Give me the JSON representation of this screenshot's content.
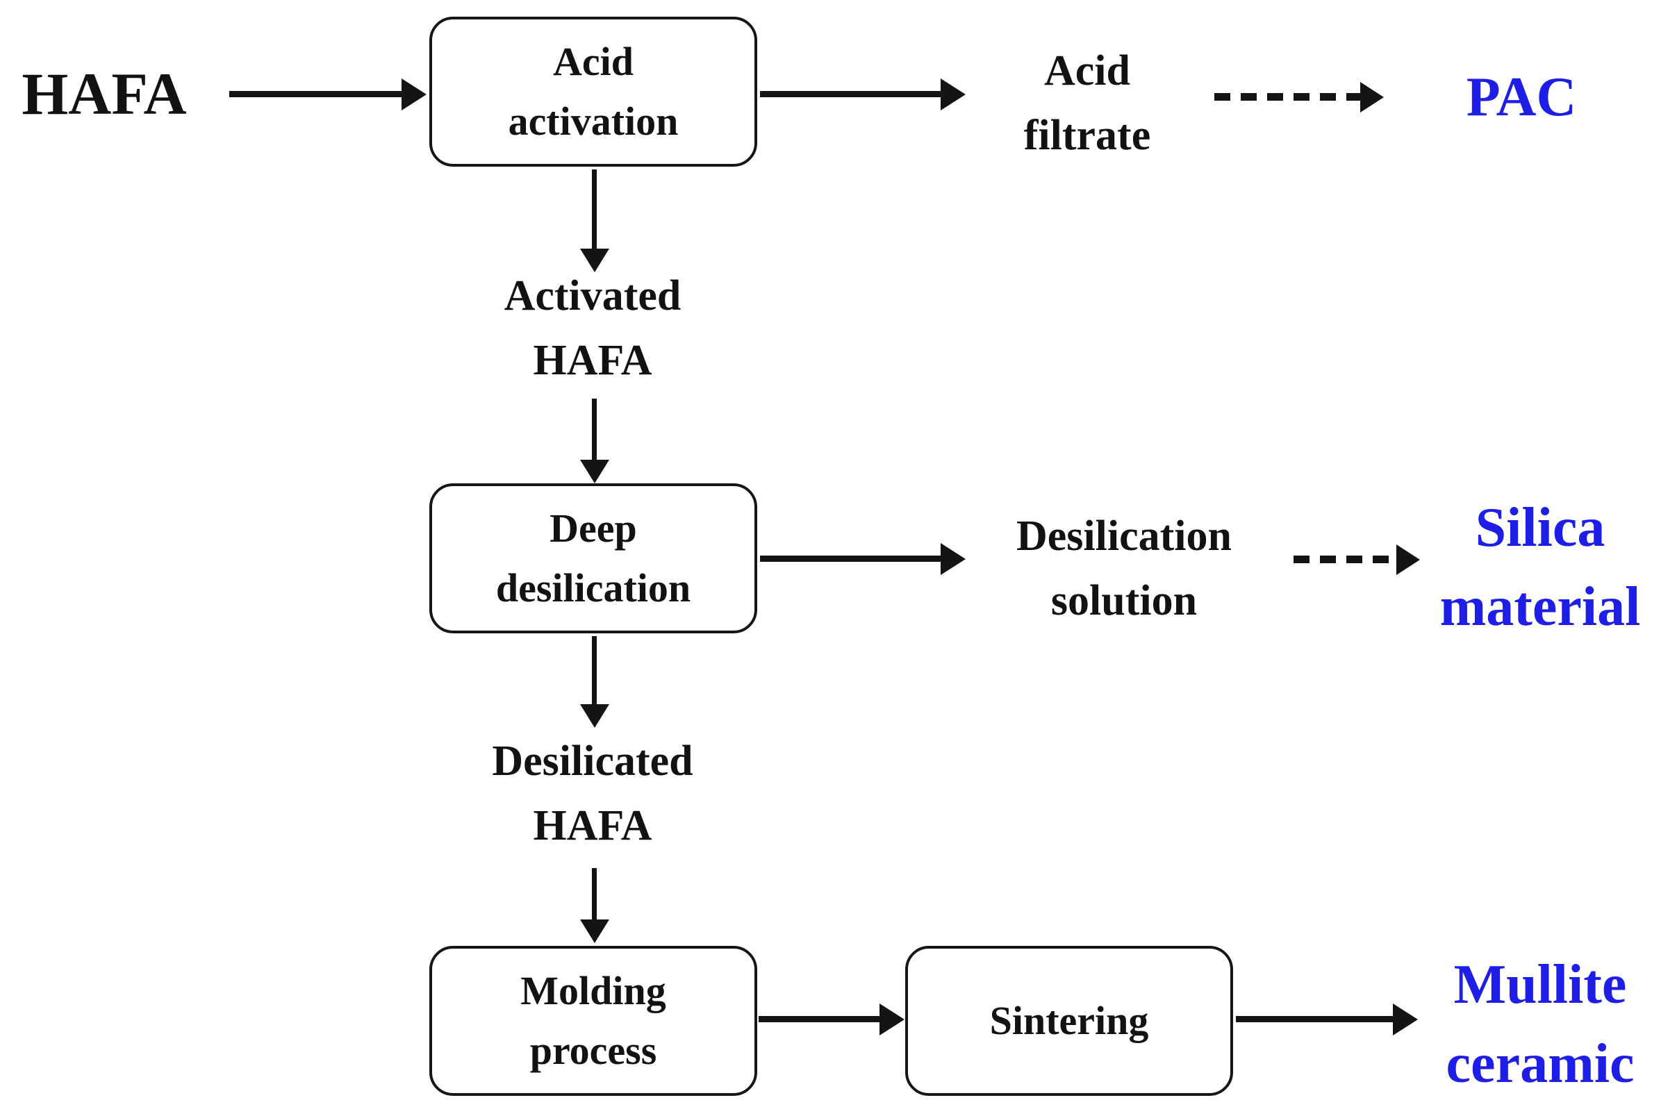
{
  "colors": {
    "diagram_text": "#121212",
    "product_text_blue": "#1e1ee6",
    "box_border": "#161616",
    "box_fill": "#ffffff",
    "background": "#ffffff"
  },
  "flow": {
    "input": {
      "label": "HAFA"
    },
    "processes": {
      "acid_activation": {
        "line1": "Acid",
        "line2": "activation"
      },
      "deep_desilication": {
        "line1": "Deep",
        "line2": "desilication"
      },
      "molding_process": {
        "line1": "Molding",
        "line2": "process"
      },
      "sintering": {
        "label": "Sintering"
      }
    },
    "intermediates": {
      "acid_filtrate": {
        "line1": "Acid",
        "line2": "filtrate"
      },
      "activated_hafa": {
        "line1": "Activated",
        "line2": "HAFA"
      },
      "desilication_solution": {
        "line1": "Desilication",
        "line2": "solution"
      },
      "desilicated_hafa": {
        "line1": "Desilicated",
        "line2": "HAFA"
      }
    },
    "products": {
      "pac": {
        "label": "PAC"
      },
      "silica_material": {
        "line1": "Silica",
        "line2": "material"
      },
      "mullite_ceramic": {
        "line1": "Mullite",
        "line2": "ceramic"
      }
    }
  }
}
